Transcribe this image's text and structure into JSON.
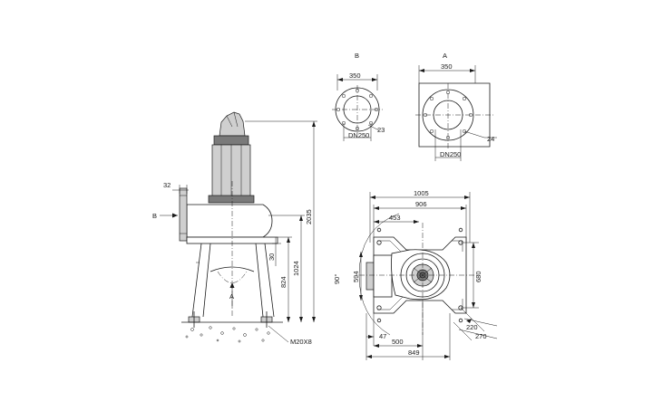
{
  "views": {
    "b_label": "B",
    "a_label": "A",
    "b_arrow_label": "B",
    "a_arrow_label": "A"
  },
  "side_view": {
    "dim_32": "32",
    "dim_2035": "2035",
    "dim_1024": "1024",
    "dim_824": "824",
    "dim_30": "30",
    "bolt_label": "M20X8"
  },
  "view_b": {
    "dim_350": "350",
    "dim_dn": "DN250",
    "dim_23": "23"
  },
  "view_a": {
    "dim_350": "350",
    "dim_dn": "DN250",
    "dim_24": "24"
  },
  "plan_view": {
    "dim_1005": "1005",
    "dim_906": "906",
    "dim_453": "453",
    "dim_90": "90°",
    "dim_594": "594",
    "dim_680": "680",
    "dim_47": "47",
    "dim_500": "500",
    "dim_849": "849",
    "dim_220": "220",
    "dim_270": "270"
  }
}
